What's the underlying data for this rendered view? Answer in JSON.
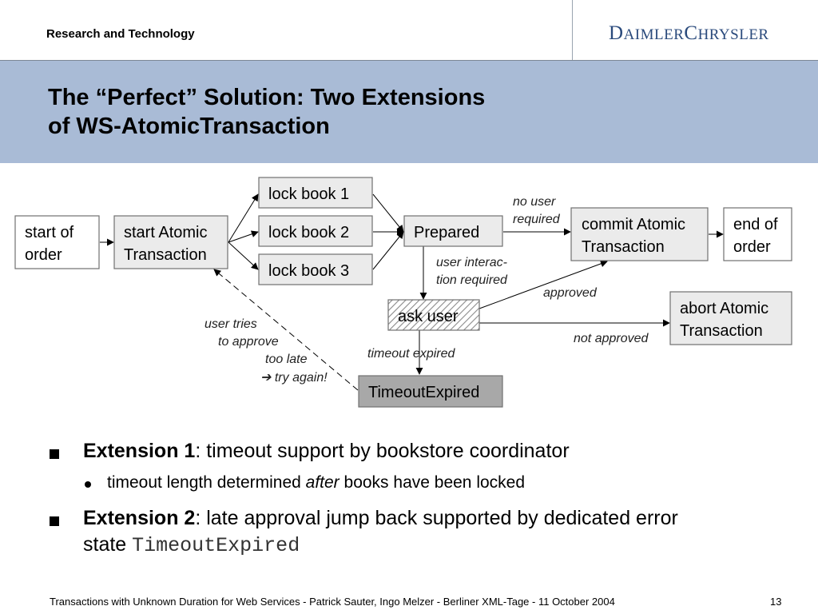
{
  "header": {
    "section": "Research and Technology",
    "logo_parts": [
      "D",
      "AIMLER",
      "C",
      "HRYSLER"
    ]
  },
  "title": {
    "line1": "The “Perfect” Solution: Two Extensions",
    "line2": "of WS-AtomicTransaction"
  },
  "diagram": {
    "boxes": {
      "start_order": [
        "start of",
        "order"
      ],
      "start_atomic": [
        "start Atomic",
        "Transaction"
      ],
      "lock1": [
        "lock book 1"
      ],
      "lock2": [
        "lock book 2"
      ],
      "lock3": [
        "lock book 3"
      ],
      "prepared": [
        "Prepared"
      ],
      "commit": [
        "commit Atomic",
        "Transaction"
      ],
      "end_order": [
        "end of",
        "order"
      ],
      "ask_user": [
        "ask user"
      ],
      "abort": [
        "abort Atomic",
        "Transaction"
      ],
      "timeout": [
        "TimeoutExpired"
      ]
    },
    "labels": {
      "no_user": [
        "no user",
        "required"
      ],
      "user_interaction": [
        "user interac-",
        "tion required"
      ],
      "approved": "approved",
      "not_approved": "not approved",
      "timeout_expired": "timeout expired",
      "user_tries": [
        "user tries",
        "to approve",
        "too late",
        "➔ try again!"
      ]
    },
    "colors": {
      "box_fill": "#ebebeb",
      "timeout_fill": "#a8a8a8",
      "border": "#707070"
    }
  },
  "bullets": [
    {
      "bold": "Extension 1",
      "text": ": timeout support by bookstore coordinator",
      "sub": {
        "before": "timeout length determined ",
        "italic": "after",
        "after": " books have been locked"
      }
    },
    {
      "bold": "Extension 2",
      "text": ": late approval jump back supported by dedicated error",
      "line2": "state ",
      "mono": "TimeoutExpired"
    }
  ],
  "footer": {
    "text": "Transactions with Unknown Duration for Web Services - Patrick Sauter, Ingo Melzer - Berliner XML-Tage - 11 October 2004",
    "page": "13"
  }
}
